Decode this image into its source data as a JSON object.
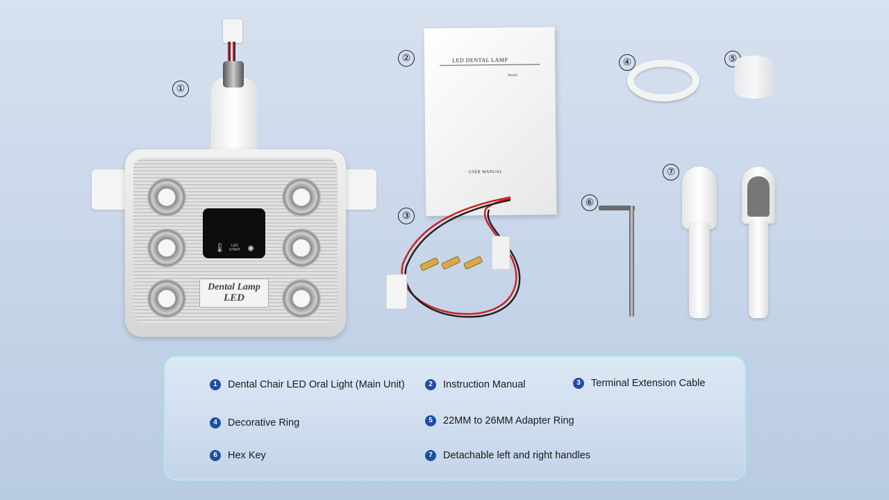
{
  "callouts": [
    "①",
    "②",
    "③",
    "④",
    "⑤",
    "⑥",
    "⑦"
  ],
  "lamp": {
    "brand_line1": "Dental Lamp",
    "brand_line2": "LED",
    "display_label_1": "LED",
    "display_label_2": "START"
  },
  "manual": {
    "title": "LED DENTAL LAMP",
    "model": "Model",
    "footer": "USER MANUAL"
  },
  "legend": {
    "items": [
      {
        "num": "1",
        "label": "Dental Chair LED Oral Light (Main Unit)"
      },
      {
        "num": "2",
        "label": "Instruction Manual"
      },
      {
        "num": "3",
        "label": "Terminal Extension Cable"
      },
      {
        "num": "4",
        "label": "Decorative Ring"
      },
      {
        "num": "5",
        "label": "22MM to 26MM Adapter Ring"
      },
      {
        "num": "6",
        "label": "Hex Key"
      },
      {
        "num": "7",
        "label": "Detachable left and right handles"
      }
    ]
  },
  "colors": {
    "badge": "#1f4ea1",
    "panel_border": "#b9e7e9",
    "wire_red": "#cc2222",
    "wire_black": "#222222"
  }
}
